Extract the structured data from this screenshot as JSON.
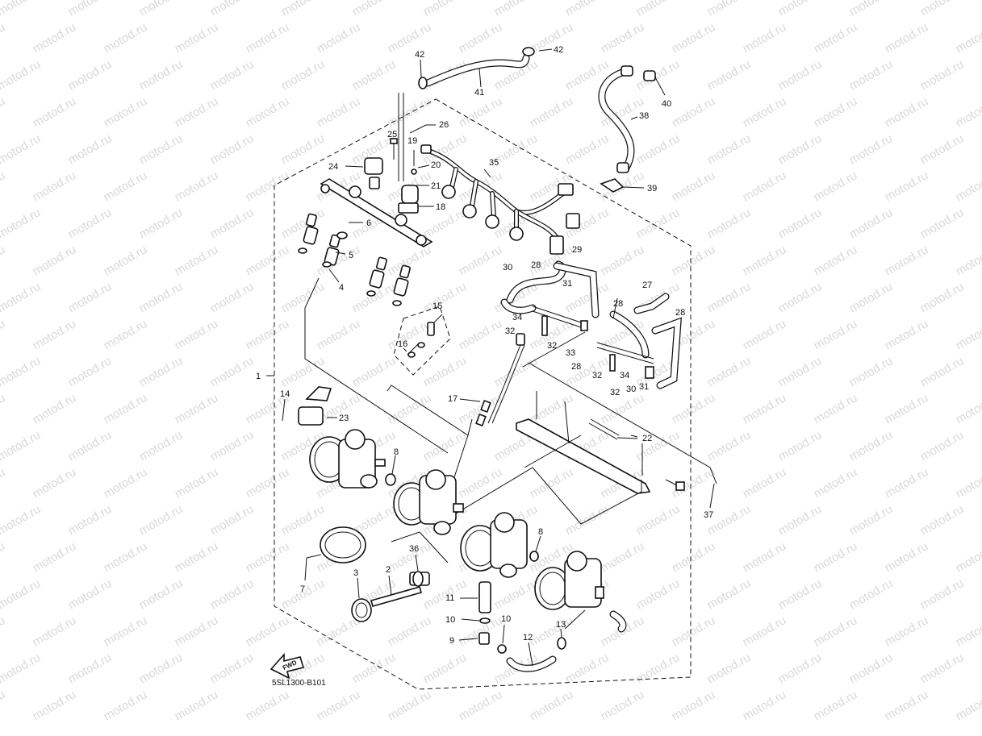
{
  "watermark_text": "motod.ru",
  "diagram_code": "5SL1300-B101",
  "fwd_label": "FWD",
  "callouts": {
    "c1": "1",
    "c2": "2",
    "c3": "3",
    "c4": "4",
    "c5": "5",
    "c6": "6",
    "c7": "7",
    "c8a": "8",
    "c8b": "8",
    "c9": "9",
    "c10a": "10",
    "c10b": "10",
    "c11": "11",
    "c12": "12",
    "c13": "13",
    "c14": "14",
    "c15": "15",
    "c16": "16",
    "c17": "17",
    "c18": "18",
    "c19": "19",
    "c20": "20",
    "c21": "21",
    "c22": "22",
    "c23": "23",
    "c24": "24",
    "c25": "25",
    "c26": "26",
    "c27": "27",
    "c28a": "28",
    "c28b": "28",
    "c28c": "28",
    "c28d": "28",
    "c29": "29",
    "c30a": "30",
    "c30b": "30",
    "c31a": "31",
    "c31b": "31",
    "c32a": "32",
    "c32b": "32",
    "c32c": "32",
    "c32d": "32",
    "c33": "33",
    "c34a": "34",
    "c34b": "34",
    "c35": "35",
    "c36": "36",
    "c37": "37",
    "c38": "38",
    "c39": "39",
    "c40": "40",
    "c41": "41",
    "c42a": "42",
    "c42b": "42"
  }
}
